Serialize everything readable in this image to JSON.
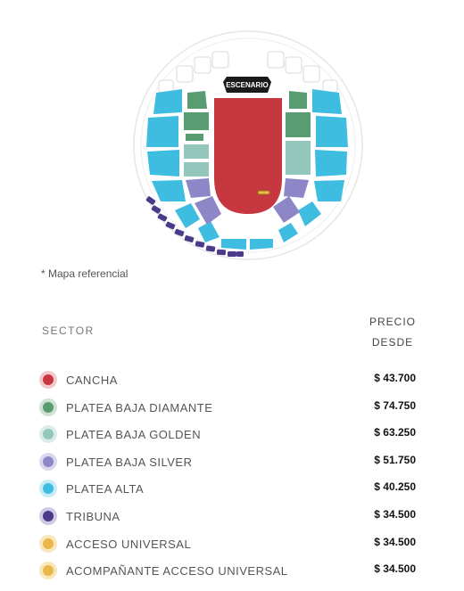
{
  "map": {
    "stage_label": "ESCENARIO",
    "note": "* Mapa referencial"
  },
  "table": {
    "sector_header": "SECTOR",
    "price_header_line1": "PRECIO",
    "price_header_line2": "DESDE",
    "rows": [
      {
        "label": "CANCHA",
        "price": "$ 43.700",
        "color": "#c7373f",
        "ring": "#f2c9cb"
      },
      {
        "label": "PLATEA BAJA DIAMANTE",
        "price": "$ 74.750",
        "color": "#5a9c72",
        "ring": "#cfe3d5"
      },
      {
        "label": "PLATEA BAJA GOLDEN",
        "price": "$ 63.250",
        "color": "#94c7bb",
        "ring": "#dcece8"
      },
      {
        "label": "PLATEA BAJA SILVER",
        "price": "$ 51.750",
        "color": "#8d86c7",
        "ring": "#dad7ee"
      },
      {
        "label": "PLATEA ALTA",
        "price": "$ 40.250",
        "color": "#3ebde0",
        "ring": "#c7ebf5"
      },
      {
        "label": "TRIBUNA",
        "price": "$ 34.500",
        "color": "#4b3a8a",
        "ring": "#cfc9e3"
      },
      {
        "label": "ACCESO UNIVERSAL",
        "price": "$ 34.500",
        "color": "#eab84a",
        "ring": "#f8e6bd"
      },
      {
        "label": "ACOMPAÑANTE ACCESO UNIVERSAL",
        "price": "$ 34.500",
        "color": "#eab84a",
        "ring": "#f8e6bd"
      }
    ]
  }
}
